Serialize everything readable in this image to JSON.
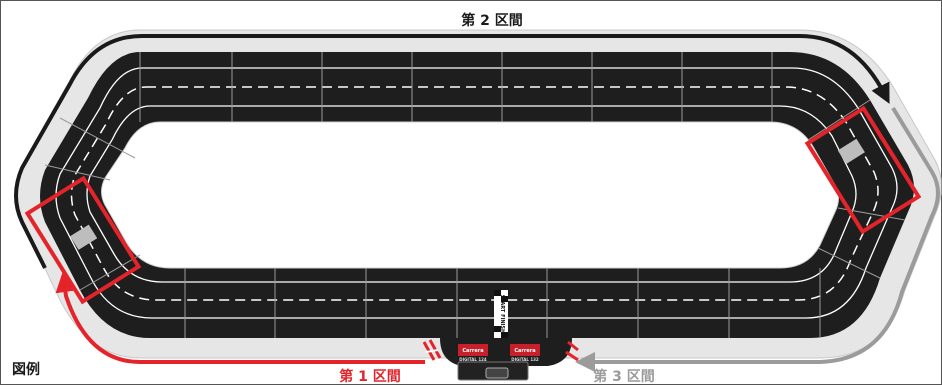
{
  "labels": {
    "section1": "第 1 区間",
    "section2": "第 2 区間",
    "section3": "第 3 区間",
    "legend": "図例"
  },
  "start_finish": "START FINISH",
  "brand": {
    "name": "Carrera",
    "lane_left": "DIGITAL 124",
    "lane_right": "DIGITAL 132"
  },
  "colors": {
    "track_asphalt": "#1d1d1d",
    "track_border": "#e8e8e8",
    "section1": "#e4242a",
    "section2": "#1a1a1a",
    "section3": "#9b9b9b",
    "highlight_box": "#e4242a"
  }
}
